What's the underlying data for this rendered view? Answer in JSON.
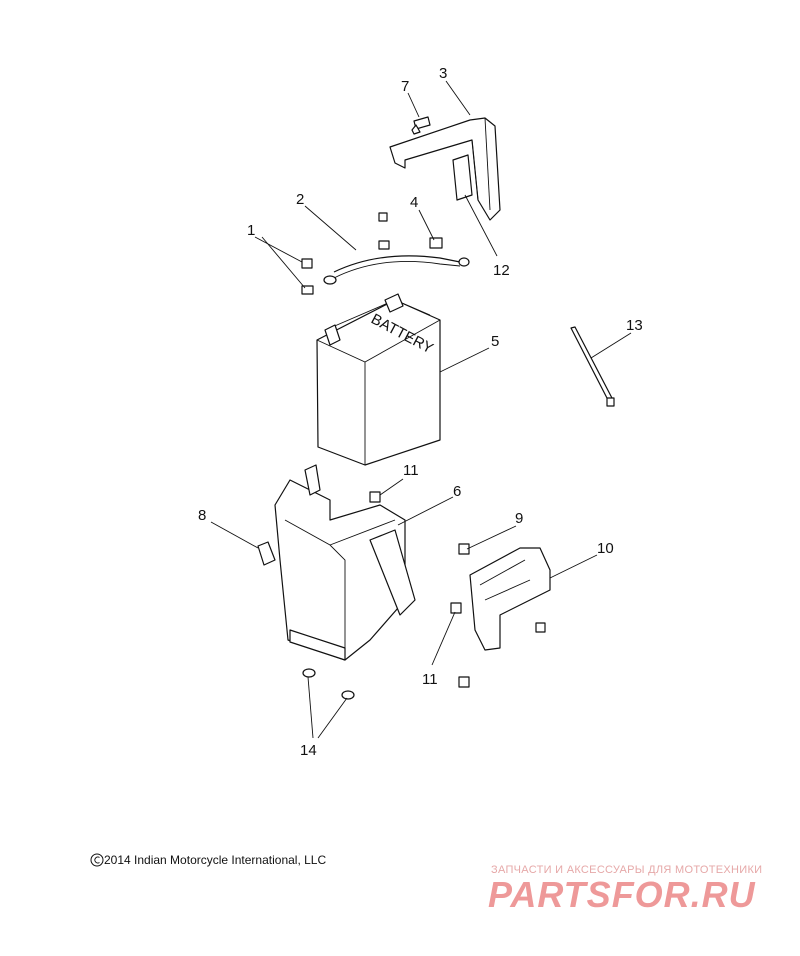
{
  "diagram": {
    "callouts": {
      "c1": "1",
      "c2": "2",
      "c3": "3",
      "c4": "4",
      "c5": "5",
      "c6": "6",
      "c7": "7",
      "c8": "8",
      "c9": "9",
      "c10": "10",
      "c11a": "11",
      "c11b": "11",
      "c12": "12",
      "c13": "13",
      "c14": "14"
    },
    "battery_label": "BATTERY"
  },
  "footer": {
    "copyright": "2014 Indian Motorcycle International, LLC"
  },
  "watermark": {
    "tagline": "ЗАПЧАСТИ И АКСЕССУАРЫ ДЛЯ МОТОТЕХНИКИ",
    "logo": "PARTSFOR.RU"
  }
}
